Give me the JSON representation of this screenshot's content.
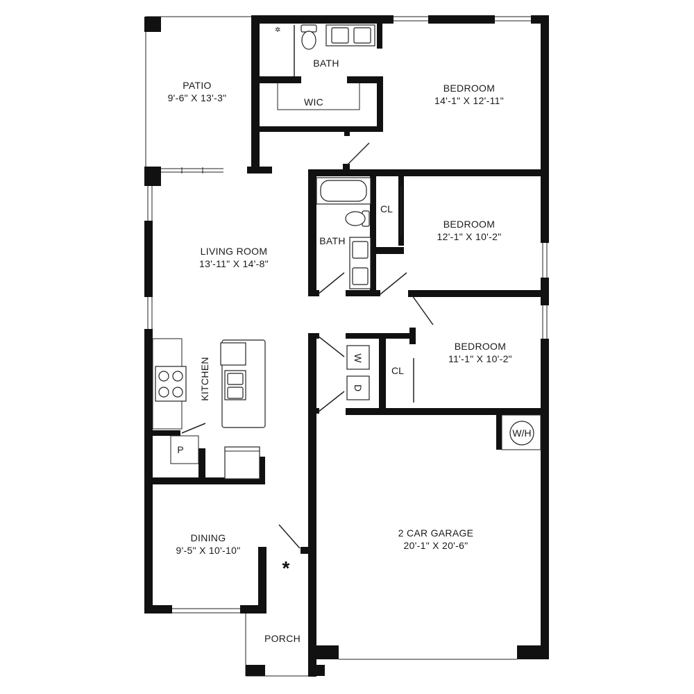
{
  "rooms": {
    "patio": {
      "name": "PATIO",
      "dims": "9'-6\" X 13'-3\""
    },
    "bath_master": {
      "name": "BATH"
    },
    "wic": {
      "name": "WIC"
    },
    "bedroom_master": {
      "name": "BEDROOM",
      "dims": "14'-1\" X 12'-11\""
    },
    "living": {
      "name": "LIVING ROOM",
      "dims": "13'-11\" X 14'-8\""
    },
    "bath_hall": {
      "name": "BATH"
    },
    "closet_2": {
      "name": "CL"
    },
    "bedroom_2": {
      "name": "BEDROOM",
      "dims": "12'-1\" X 10'-2\""
    },
    "kitchen": {
      "name": "KITCHEN"
    },
    "washer": {
      "name": "W"
    },
    "dryer": {
      "name": "D"
    },
    "closet_3": {
      "name": "CL"
    },
    "bedroom_3": {
      "name": "BEDROOM",
      "dims": "11'-1\" X 10'-2\""
    },
    "pantry": {
      "name": "P"
    },
    "water_heater": {
      "name": "W/H"
    },
    "dining": {
      "name": "DINING",
      "dims": "9'-5\" X 10'-10\""
    },
    "garage": {
      "name": "2 CAR GARAGE",
      "dims": "20'-1\" X 20'-6\""
    },
    "porch": {
      "name": "PORCH"
    },
    "entry_marker": "*"
  }
}
